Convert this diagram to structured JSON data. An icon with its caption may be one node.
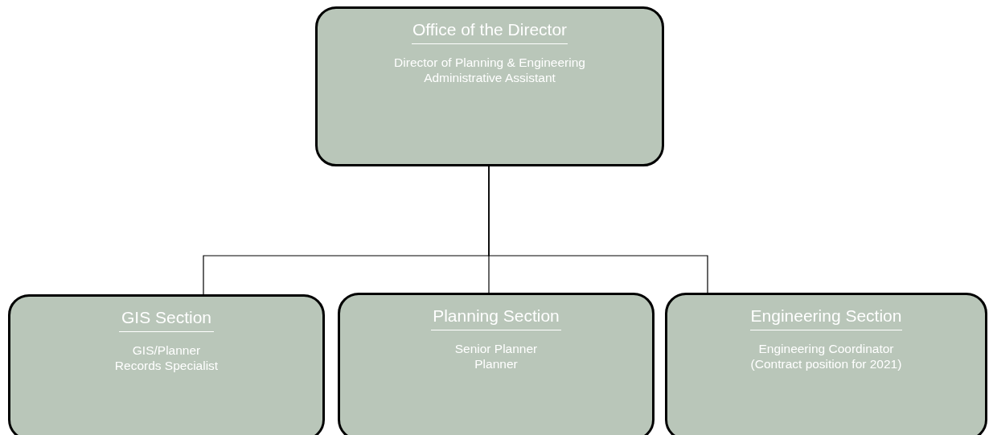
{
  "diagram": {
    "nodes": [
      {
        "text": [
          "Office of the Director",
          "Director of Planning & Engineering",
          "Administrative Assistant"
        ]
      },
      {
        "text": [
          "GIS Section",
          "GIS/Planner",
          "Records Specialist"
        ]
      },
      {
        "text": [
          "Planning Section",
          "Senior Planner",
          "Planner"
        ]
      },
      {
        "text": [
          "Engineering Section",
          "Engineering Coordinator",
          "(Contract position for 2021)"
        ]
      }
    ],
    "edges": [
      {
        "from": 0,
        "to": 1,
        "arrow": "none"
      },
      {
        "from": 0,
        "to": 2,
        "arrow": "none"
      },
      {
        "from": 0,
        "to": 3,
        "arrow": "none"
      }
    ]
  }
}
